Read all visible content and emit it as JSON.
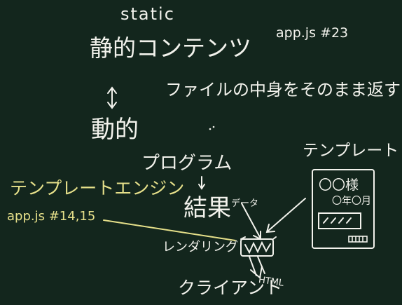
{
  "board": {
    "static_en": "static",
    "static_jp": "静的コンテンツ",
    "static_desc": "ファイルの中身をそのまま返す",
    "ref_top": "app.js #23",
    "dynamic_jp": "動的",
    "program": "プログラム",
    "result": "結果",
    "data": "データ",
    "template_engine": "テンプレートエンジン",
    "ref_left": "app.js #14,15",
    "rendering": "レンダリング",
    "client": "クライアント",
    "html": "HTML",
    "template_label": "テンプレート",
    "template_box": {
      "line1": "〇〇様",
      "line2": "〇年〇月"
    }
  },
  "colors": {
    "board": "#13261d",
    "chalk_white": "#f2f2ec",
    "chalk_yellow": "#e6e08a"
  }
}
